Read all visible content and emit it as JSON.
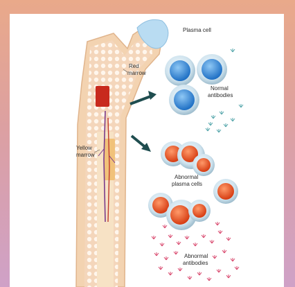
{
  "labels": {
    "plasma_cell": "Plasma cell",
    "red_marrow": [
      "Red",
      "marrow"
    ],
    "yellow_marrow": [
      "Yellow",
      "marrow"
    ],
    "normal_antibodies": [
      "Normal",
      "antibodies"
    ],
    "abnormal_plasma_cells": [
      "Abnormal",
      "plasma cells"
    ],
    "abnormal_antibodies": [
      "Abnormal",
      "antibodies"
    ]
  },
  "colors": {
    "background_top": "#e9a98a",
    "background_bottom": "#cfa1c7",
    "bone": "#f3d3b1",
    "bone_edge": "#e0b48c",
    "cartilage": "#b9dcf2",
    "normal_cell_nucleus": "#2e7fd1",
    "abnormal_cell_nucleus": "#e8501c",
    "normal_antibody": "#4fa3a8",
    "abnormal_antibody": "#d8456b",
    "arrow": "#1f4d4f"
  }
}
